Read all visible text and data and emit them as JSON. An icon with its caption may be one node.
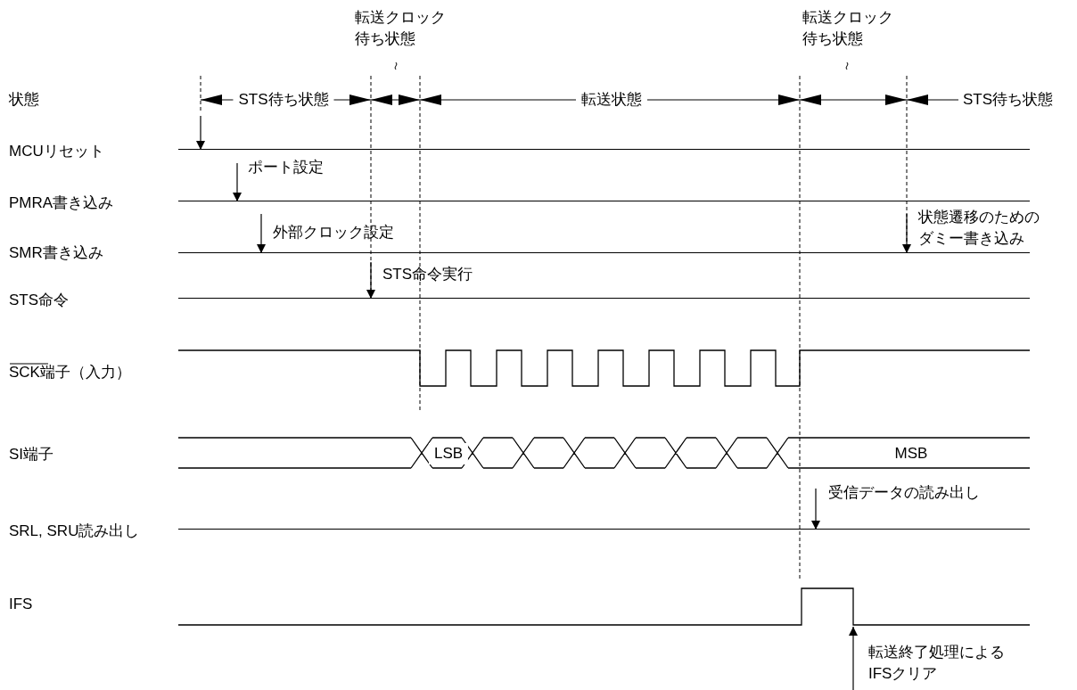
{
  "diagram": {
    "nodes": [
      {
        "text": [
          "ポート設定"
        ]
      },
      {
        "text": [
          "外部クロック設定"
        ]
      },
      {
        "text": [
          "STS命令実行"
        ]
      },
      {
        "text": [
          "状態遷移のためのダミー書き込み"
        ]
      },
      {
        "text": [
          "受信データの読み出し"
        ]
      },
      {
        "text": [
          "転送終了処理によるIFSクリア"
        ]
      },
      {
        "text": [],
        "shape": "line"
      },
      {
        "text": [],
        "shape": "line"
      },
      {
        "text": [],
        "shape": "line"
      },
      {
        "text": [],
        "shape": "line"
      },
      {
        "text": [],
        "shape": "line"
      },
      {
        "text": [],
        "shape": "line"
      }
    ],
    "edges": [
      {
        "from": null,
        "to": 6,
        "arrow": "to"
      },
      {
        "from": 0,
        "to": 7,
        "arrow": "to"
      },
      {
        "from": 1,
        "to": 8,
        "arrow": "to"
      },
      {
        "from": 2,
        "to": 9,
        "arrow": "to"
      },
      {
        "from": 3,
        "to": 8,
        "arrow": "to"
      },
      {
        "from": 4,
        "to": 10,
        "arrow": "to"
      },
      {
        "from": 5,
        "to": 11,
        "arrow": "to"
      }
    ],
    "labels": [
      "転送クロック待ち状態",
      "転送クロック待ち状態",
      "状態",
      "STS待ち状態",
      "転送状態",
      "STS待ち状態",
      "MCUリセット",
      "PMRA書き込み",
      "SMR書き込み",
      "STS命令",
      "SCK端子（入力）",
      "SI端子",
      "LSB",
      "MSB",
      "SRL, SRU読み出し",
      "IFS"
    ]
  }
}
